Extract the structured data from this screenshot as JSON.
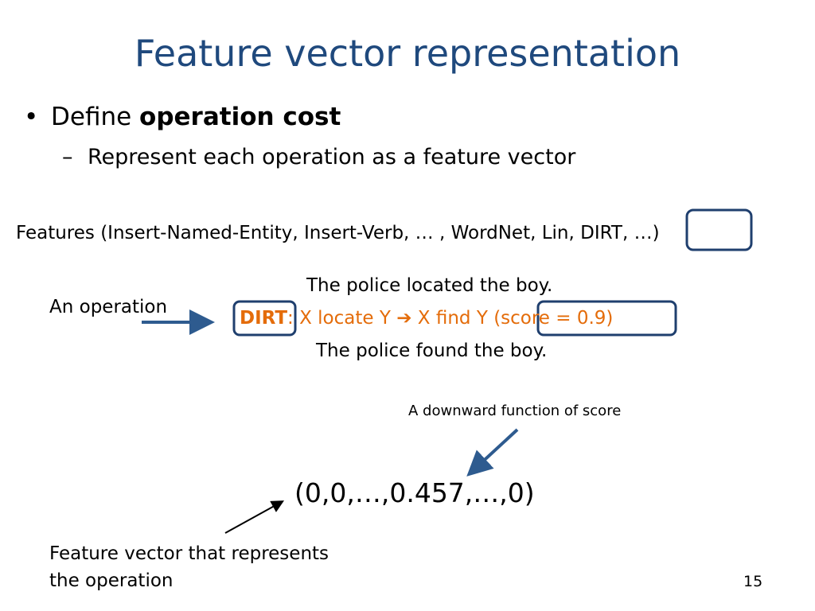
{
  "slide": {
    "title": "Feature vector representation",
    "bullet": {
      "prefix": "Define ",
      "bold": "operation cost"
    },
    "subbullet": "Represent each operation as a feature vector",
    "features_line": "Features (Insert-Named-Entity, Insert-Verb, … , WordNet, Lin, DIRT, …)",
    "operation_label": "An operation",
    "example": {
      "line1": "The police located the boy.",
      "rule_name": "DIRT",
      "rule_body": ": X locate Y ",
      "arrow": "➔",
      "rule_target": " X find Y ",
      "score": "(score = 0.9)",
      "line3": "The police found the boy."
    },
    "downward_note": "A downward function of score",
    "vector": "(0,0,…,0.457,…,0)",
    "vector_label": "Feature vector that represents the operation",
    "page_number": "15"
  },
  "colors": {
    "title": "#1f497d",
    "accent": "#e46c0a",
    "box": "#1f3f6e"
  }
}
